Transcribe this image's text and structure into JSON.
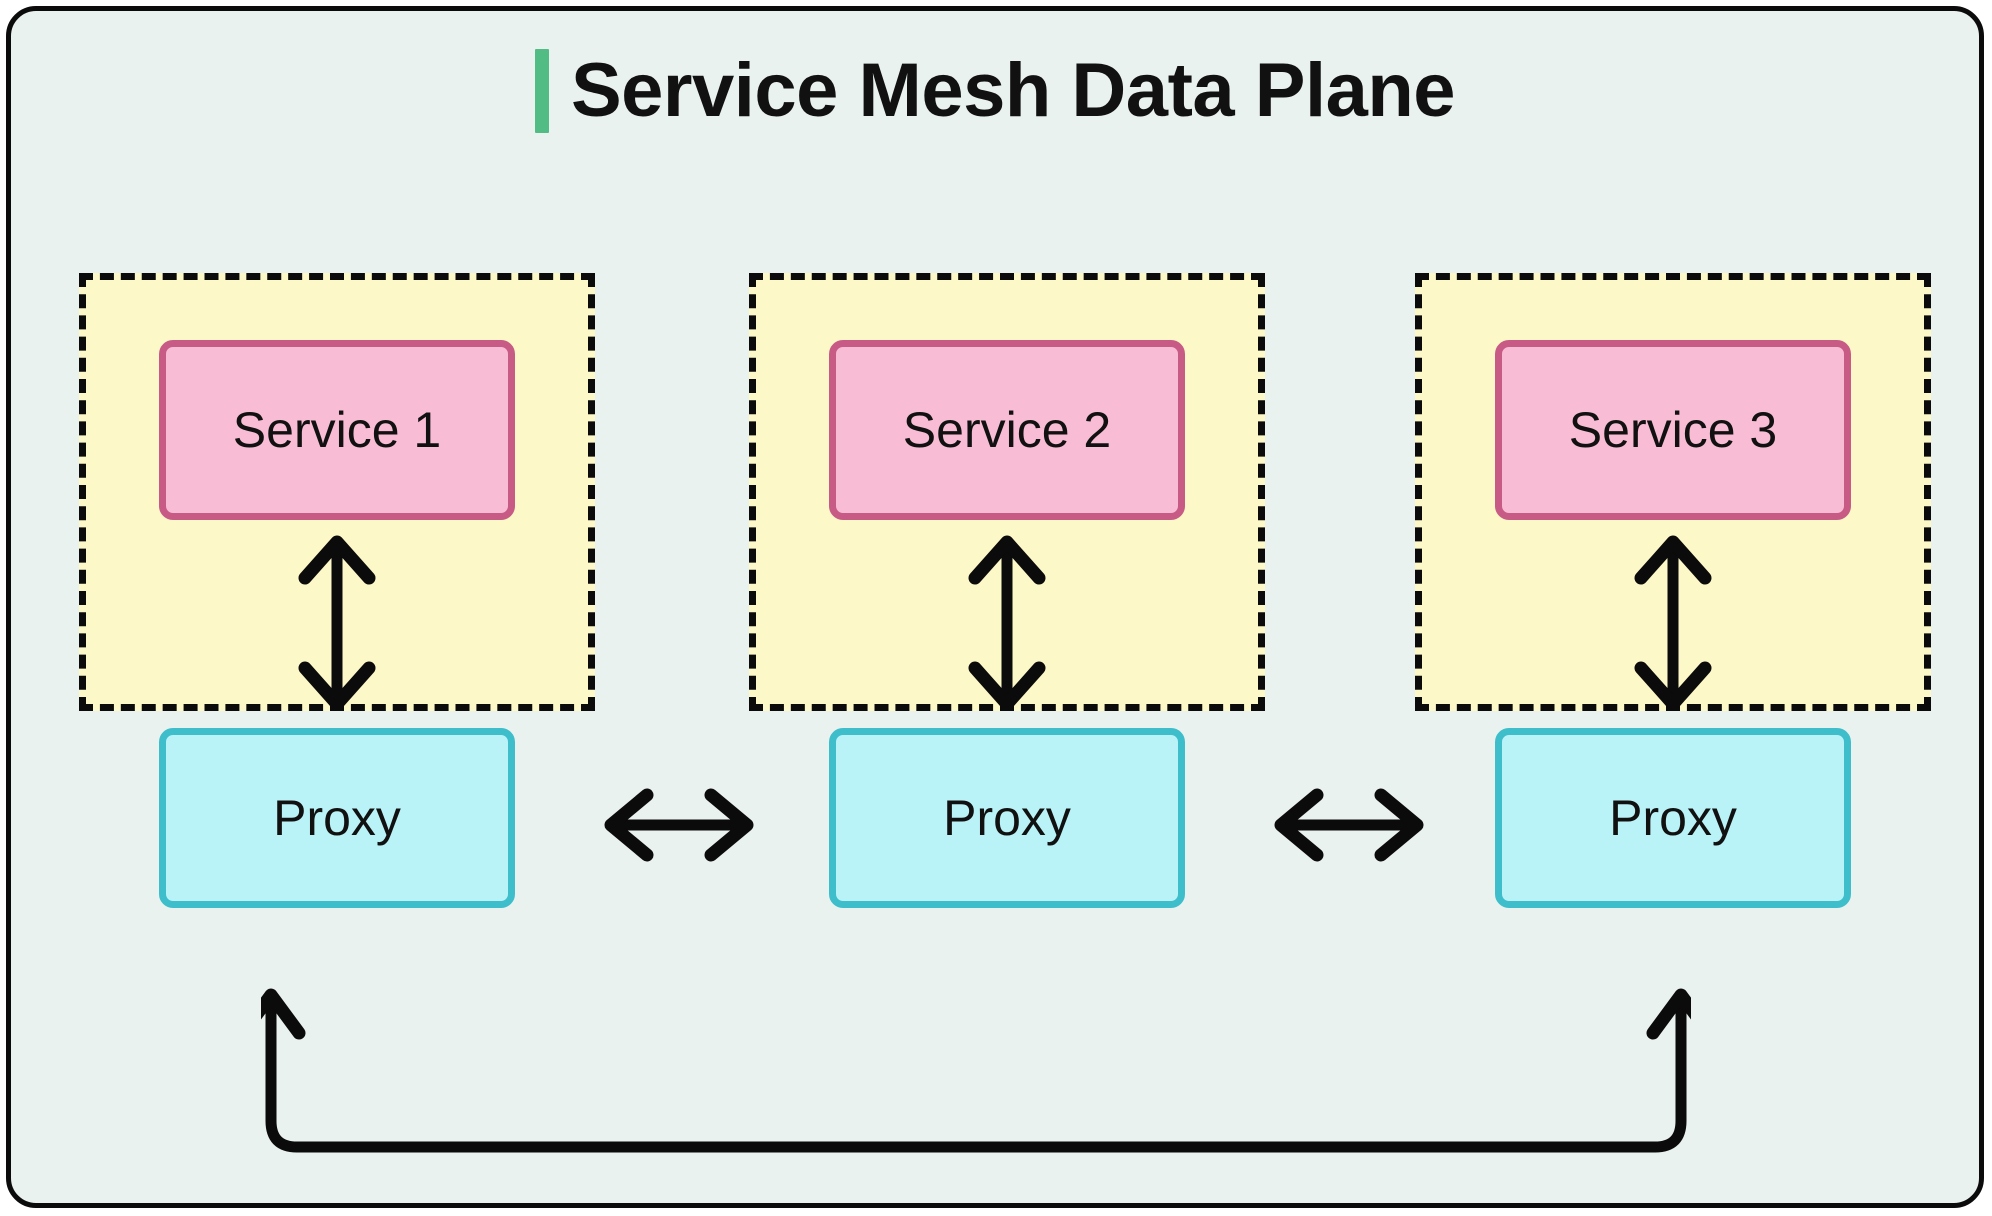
{
  "diagram": {
    "title": "Service Mesh Data Plane",
    "accent_color": "#51bd84",
    "background_color": "#e9f2ef",
    "border_color": "#0b0b0b",
    "type": "architecture-diagram"
  },
  "theme": {
    "group_fill": "#fcf8c8",
    "group_border": "#0b0b0b",
    "service_fill": "#f9bcd5",
    "service_border": "#c75b86",
    "proxy_fill": "#b9f2f7",
    "proxy_border": "#3ebecb",
    "arrow_color": "#0b0b0b",
    "text_color": "#111111"
  },
  "groups": [
    {
      "id": "group-1",
      "service_label": "Service 1",
      "proxy_label": "Proxy"
    },
    {
      "id": "group-2",
      "service_label": "Service 2",
      "proxy_label": "Proxy"
    },
    {
      "id": "group-3",
      "service_label": "Service 3",
      "proxy_label": "Proxy"
    }
  ],
  "connectors": {
    "service_to_proxy": {
      "style": "bidirectional-vertical",
      "count": 3
    },
    "proxy_to_proxy": {
      "style": "bidirectional-horizontal",
      "count": 2
    },
    "feedback": {
      "style": "u-shaped-double-headed",
      "from": "group-1",
      "to": "group-3"
    }
  }
}
